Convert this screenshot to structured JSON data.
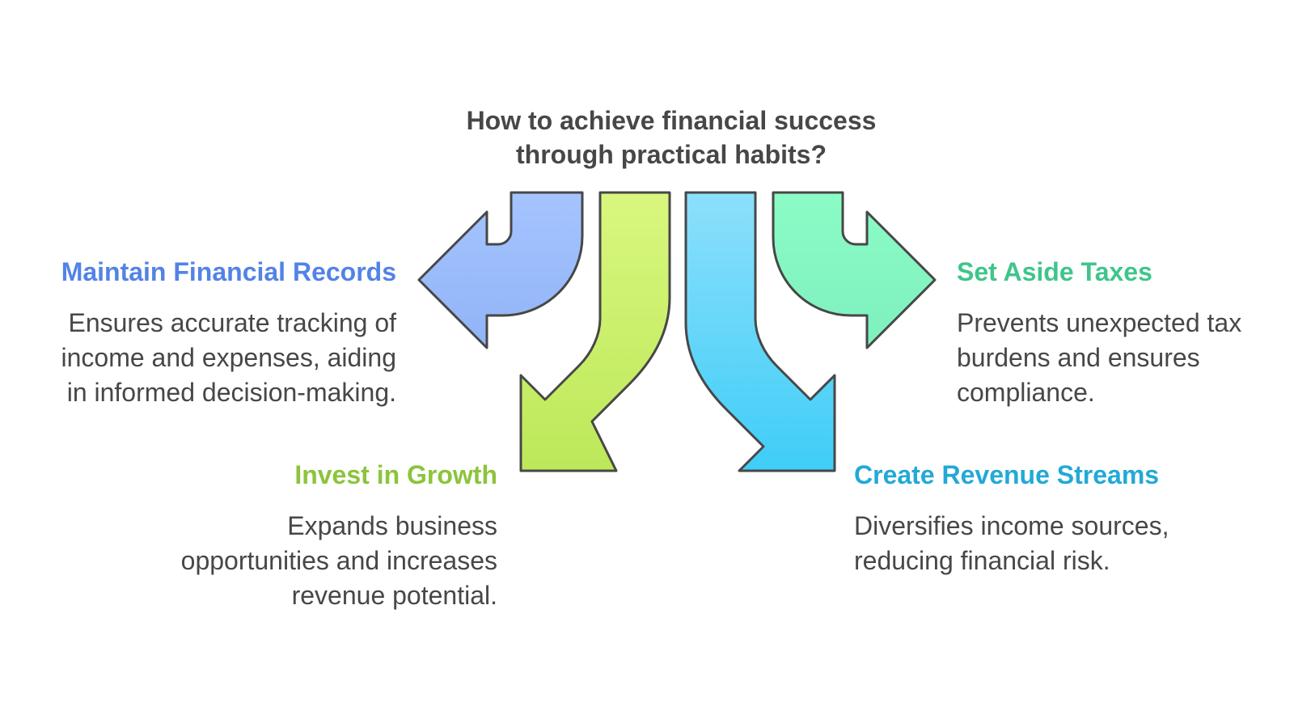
{
  "title": {
    "line1": "How to achieve financial success",
    "line2": "through practical habits?"
  },
  "items": [
    {
      "id": "records",
      "heading": "Maintain Financial Records",
      "color": "#5283e6",
      "arrow_color_top": "#a5c4ff",
      "arrow_color_bottom": "#91b4f7",
      "desc": [
        "Ensures accurate tracking of",
        "income and expenses, aiding",
        "in informed decision-making."
      ]
    },
    {
      "id": "growth",
      "heading": "Invest in Growth",
      "color": "#8cc43c",
      "arrow_color_top": "#d9f77e",
      "arrow_color_bottom": "#bde85a",
      "desc": [
        "Expands business",
        "opportunities and increases",
        "revenue potential."
      ]
    },
    {
      "id": "revenue",
      "heading": "Create Revenue Streams",
      "color": "#23a9d6",
      "arrow_color_top": "#8ce0fb",
      "arrow_color_bottom": "#3fcdf7",
      "desc": [
        "Diversifies income sources,",
        "reducing financial risk."
      ]
    },
    {
      "id": "taxes",
      "heading": "Set Aside Taxes",
      "color": "#3fc58b",
      "arrow_color_top": "#8cfcc6",
      "arrow_color_bottom": "#7df0bf",
      "desc": [
        "Prevents unexpected tax",
        "burdens and ensures",
        "compliance."
      ]
    }
  ],
  "outline_color": "#474747"
}
